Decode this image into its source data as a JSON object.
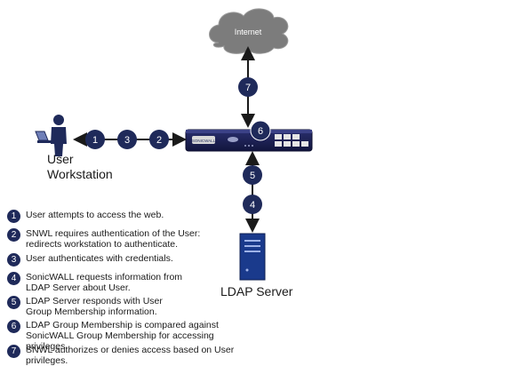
{
  "nodes": {
    "internet": "Internet",
    "user_workstation_line1": "User",
    "user_workstation_line2": "Workstation",
    "ldap_server": "LDAP Server",
    "firewall_brand": "SONICWALL"
  },
  "flow_steps": [
    "1",
    "3",
    "2",
    "7",
    "6",
    "5",
    "4"
  ],
  "legend": [
    {
      "num": "1",
      "text": "User attempts to access the web."
    },
    {
      "num": "2",
      "text": "SNWL requires authentication of the User: redirects workstation to authenticate."
    },
    {
      "num": "3",
      "text": "User authenticates with credentials."
    },
    {
      "num": "4",
      "text": "SonicWALL requests information from LDAP Server about User."
    },
    {
      "num": "5",
      "text": "LDAP Server responds with User Group Membership information."
    },
    {
      "num": "6",
      "text": "LDAP Group Membership is compared against SonicWALL Group Membership for accessing privileges."
    },
    {
      "num": "7",
      "text": "SNWL authorizes or denies access based on User privileges."
    }
  ],
  "colors": {
    "badge": "#1f2a5a",
    "cloud": "#7c7c7c",
    "line": "#1a1a1a",
    "server": "#1a3a8c"
  }
}
